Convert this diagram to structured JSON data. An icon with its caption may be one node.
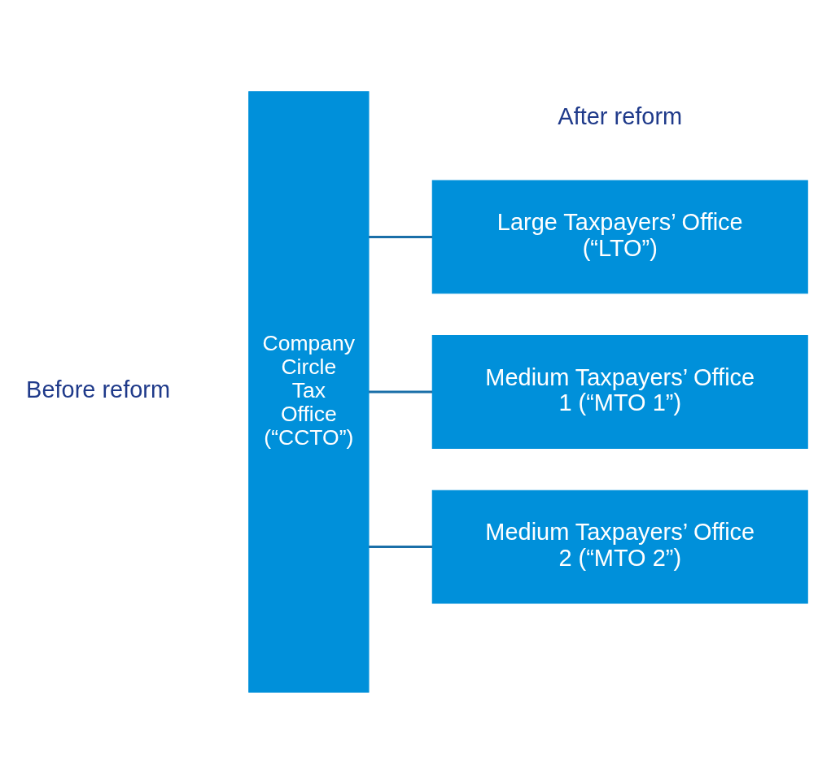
{
  "diagram": {
    "nodes": [
      {
        "text": [
          "Company Circle Tax Office (“CCTO”)"
        ]
      },
      {
        "text": [
          "Large Taxpayers’ Office (“LTO”)"
        ]
      },
      {
        "text": [
          "Medium Taxpayers’ Office 1 (“MTO 1”)"
        ]
      },
      {
        "text": [
          "Medium Taxpayers’ Office 2 (“MTO 2”)"
        ]
      }
    ],
    "edges": [
      {
        "from": 0,
        "to": 1,
        "arrow": "none"
      },
      {
        "from": 0,
        "to": 2,
        "arrow": "none"
      },
      {
        "from": 0,
        "to": 3,
        "arrow": "none"
      }
    ],
    "labels": [
      "Before reform",
      "After reform"
    ]
  }
}
